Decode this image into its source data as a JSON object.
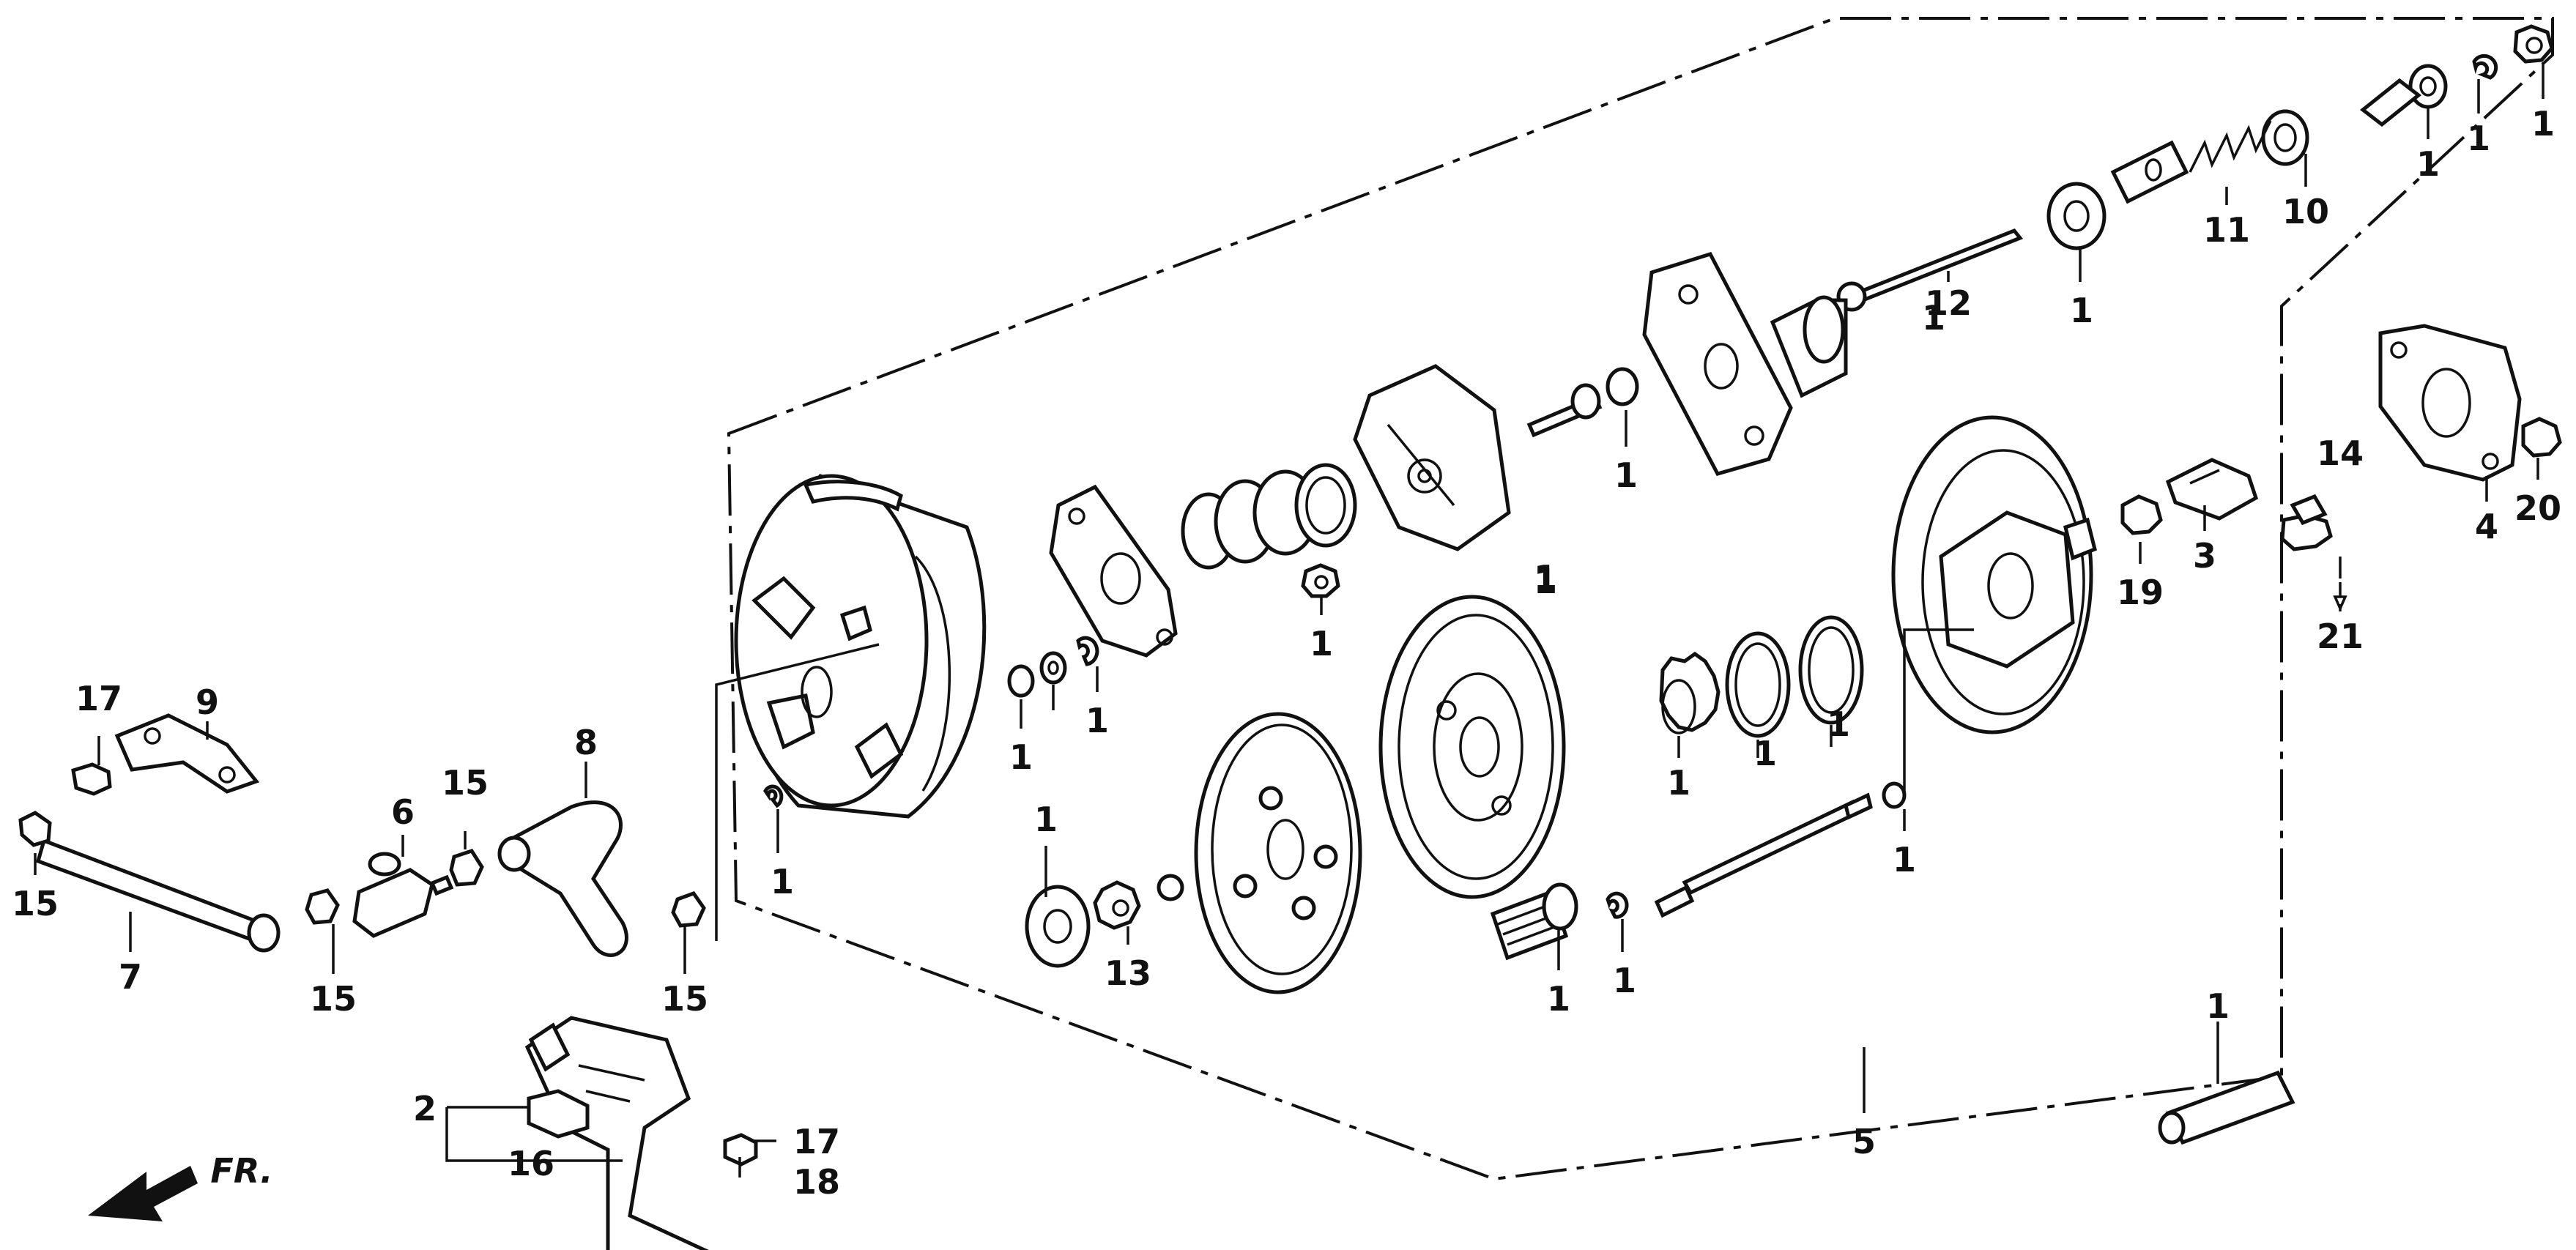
{
  "diagram": {
    "type": "exploded-parts-diagram",
    "direction_label": "FR.",
    "callouts": [
      {
        "id": "c-1-top-a",
        "label": "1"
      },
      {
        "id": "c-1-top-b",
        "label": "1"
      },
      {
        "id": "c-1-top-c",
        "label": "1"
      },
      {
        "id": "c-1-top-d",
        "label": "1"
      },
      {
        "id": "c-1-mid-a",
        "label": "1"
      },
      {
        "id": "c-1-mid-b",
        "label": "1"
      },
      {
        "id": "c-1-mid-c",
        "label": "1"
      },
      {
        "id": "c-1-mid-d",
        "label": "1"
      },
      {
        "id": "c-1-mid-e",
        "label": "1"
      },
      {
        "id": "c-1-mid-f",
        "label": "1"
      },
      {
        "id": "c-1-mid-g",
        "label": "1"
      },
      {
        "id": "c-1-mid-h",
        "label": "1"
      },
      {
        "id": "c-1-mid-i",
        "label": "1"
      },
      {
        "id": "c-1-mid-j",
        "label": "1"
      },
      {
        "id": "c-1-low-a",
        "label": "1"
      },
      {
        "id": "c-1-low-b",
        "label": "1"
      },
      {
        "id": "c-1-low-c",
        "label": "1"
      },
      {
        "id": "c-1-low-d",
        "label": "1"
      },
      {
        "id": "c-1-low-e",
        "label": "1"
      },
      {
        "id": "c-1-grease",
        "label": "1"
      },
      {
        "id": "c-2",
        "label": "2"
      },
      {
        "id": "c-3",
        "label": "3"
      },
      {
        "id": "c-4",
        "label": "4"
      },
      {
        "id": "c-5",
        "label": "5"
      },
      {
        "id": "c-6",
        "label": "6"
      },
      {
        "id": "c-7",
        "label": "7"
      },
      {
        "id": "c-8",
        "label": "8"
      },
      {
        "id": "c-9",
        "label": "9"
      },
      {
        "id": "c-10",
        "label": "10"
      },
      {
        "id": "c-11",
        "label": "11"
      },
      {
        "id": "c-12",
        "label": "12"
      },
      {
        "id": "c-13",
        "label": "13"
      },
      {
        "id": "c-14",
        "label": "14"
      },
      {
        "id": "c-15-a",
        "label": "15"
      },
      {
        "id": "c-15-b",
        "label": "15"
      },
      {
        "id": "c-15-c",
        "label": "15"
      },
      {
        "id": "c-15-d",
        "label": "15"
      },
      {
        "id": "c-16",
        "label": "16"
      },
      {
        "id": "c-17-a",
        "label": "17"
      },
      {
        "id": "c-17-b",
        "label": "17"
      },
      {
        "id": "c-18",
        "label": "18"
      },
      {
        "id": "c-19",
        "label": "19"
      },
      {
        "id": "c-20",
        "label": "20"
      },
      {
        "id": "c-21",
        "label": "21"
      }
    ]
  }
}
